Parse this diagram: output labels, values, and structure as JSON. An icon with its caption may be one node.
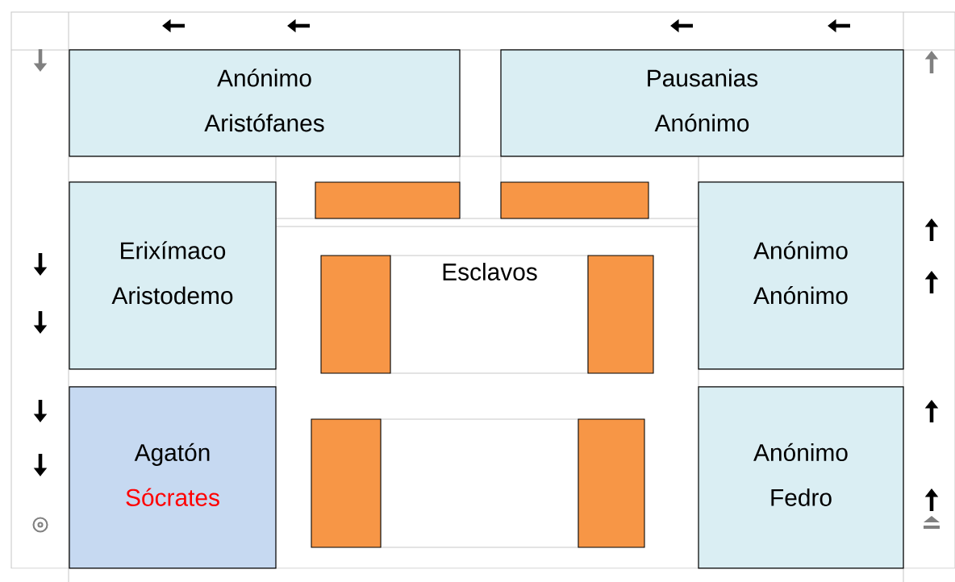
{
  "diagram": {
    "nodes": [
      {
        "text": [
          "Anónimo",
          "Aristófanes"
        ]
      },
      {
        "text": [
          "Pausanias",
          "Anónimo"
        ]
      },
      {
        "text": [
          "Erixímaco",
          "Aristodemo"
        ]
      },
      {
        "text": [
          "Anónimo",
          "Anónimo"
        ]
      },
      {
        "text": [
          "Agatón",
          "Sócrates"
        ]
      },
      {
        "text": [
          "Anónimo",
          "Fedro"
        ]
      },
      {
        "text": [],
        "shape": "box"
      },
      {
        "text": [],
        "shape": "box"
      },
      {
        "text": [],
        "shape": "box"
      },
      {
        "text": [],
        "shape": "box"
      },
      {
        "text": [],
        "shape": "box"
      },
      {
        "text": [],
        "shape": "box"
      }
    ],
    "labels": [
      "Esclavos"
    ]
  }
}
